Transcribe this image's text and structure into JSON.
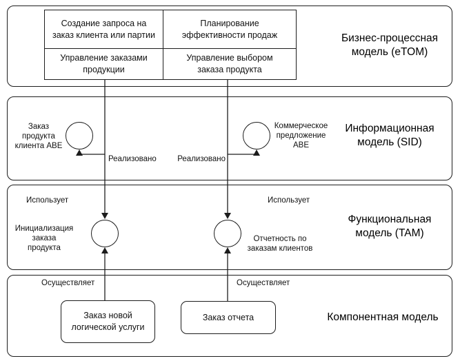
{
  "colors": {
    "line": "#1c1c1c",
    "background": "#ffffff"
  },
  "diagram": {
    "band_titles": {
      "etom": "Бизнес-процессная\nмодель (eTOM)",
      "sid": "Информационная\nмодель (SID)",
      "tam": "Функциональная\nмодель (TAM)",
      "component": "Компонентная модель"
    },
    "etom_boxes": [
      "Создание запроса на\nзаказ клиента или партии",
      "Планирование\nэффективности продаж",
      "Управление заказами\nпродукции",
      "Управление выбором\nзаказа продукта"
    ],
    "sid_entities": {
      "left": "Заказ\nпродукта\nклиента ABE",
      "right": "Коммерческое\nпредложение\nABE"
    },
    "tam_functions": {
      "left": "Инициализация\nзаказа\nпродукта",
      "right": "Отчетность по\nзаказам клиентов"
    },
    "component_boxes": [
      "Заказ новой\nлогической услуги",
      "Заказ отчета"
    ],
    "edge_labels": {
      "realized_left": "Реализовано",
      "realized_right": "Реализовано",
      "uses_left": "Использует",
      "uses_right": "Использует",
      "implements_left": "Осуществляет",
      "implements_right": "Осуществляет"
    }
  }
}
